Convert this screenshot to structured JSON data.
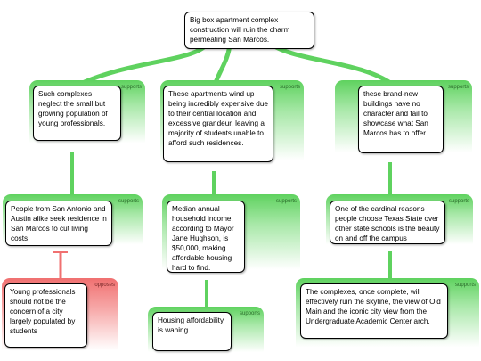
{
  "root": {
    "text": "Big box apartment complex construction will ruin the charm permeating San Marcos."
  },
  "nodes": {
    "r1": {
      "tag": "supports",
      "text": "Such complexes neglect the small but growing population of young professionals."
    },
    "r2": {
      "tag": "supports",
      "text": "These apartments wind up being incredibly expensive due to their central location and excessive grandeur, leaving a majority of students unable to afford such residences."
    },
    "r3": {
      "tag": "supports",
      "text": "these brand-new buildings have no character and fail to showcase what San Marcos has to offer."
    },
    "r1a": {
      "tag": "supports",
      "text": "People from San Antonio and Austin alike seek residence in San Marcos to cut living costs"
    },
    "r2a": {
      "tag": "supports",
      "text": "Median annual household income, according to Mayor Jane Hughson, is $50,000, making affordable housing hard to find."
    },
    "r3a": {
      "tag": "supports",
      "text": "One of the cardinal reasons people choose Texas State over other state schools is the beauty on and off the campus"
    },
    "r1a1": {
      "tag": "opposes",
      "text": "Young professionals should not be the concern of a city largely populated by students"
    },
    "r2a1": {
      "tag": "supports",
      "text": "Housing affordability is waning"
    },
    "r3a1": {
      "tag": "supports",
      "text": "The complexes, once complete, will effectively ruin the skyline, the view of Old Main and the iconic city view from the Undergraduate Academic Center arch."
    }
  },
  "colors": {
    "support": "#5fd25f",
    "oppose": "#f07070"
  }
}
